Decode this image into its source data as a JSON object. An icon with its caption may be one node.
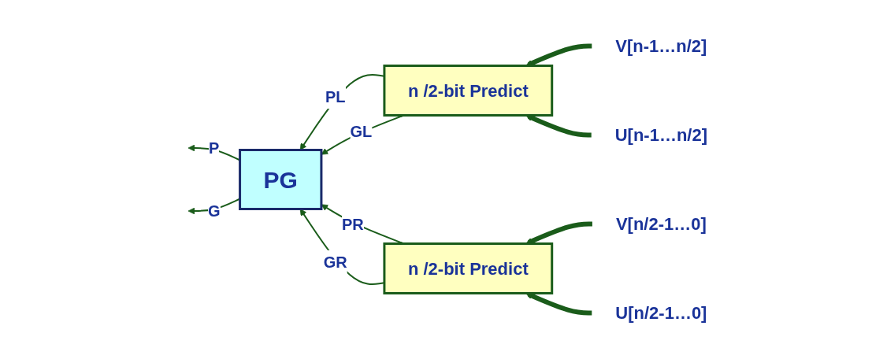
{
  "diagram": {
    "nodes": [
      {
        "text": [
          "V[n-1…n/2]"
        ]
      },
      {
        "text": [
          "U[n-1…n/2]"
        ]
      },
      {
        "text": [
          "V[n/2-1…0]"
        ]
      },
      {
        "text": [
          "U[n/2-1…0]"
        ]
      },
      {
        "text": [
          "PG"
        ]
      },
      {
        "text": [
          "n /2-bit Predict"
        ]
      },
      {
        "text": [
          "n /2-bit Predict"
        ]
      }
    ],
    "edges": [
      {
        "from": 0,
        "to": 5,
        "arrow": "to",
        "style": "thick"
      },
      {
        "from": 1,
        "to": 5,
        "arrow": "to",
        "style": "thick"
      },
      {
        "from": 2,
        "to": 6,
        "arrow": "to",
        "style": "thick"
      },
      {
        "from": 3,
        "to": 6,
        "arrow": "to",
        "style": "thick"
      },
      {
        "from": 5,
        "to": 4,
        "arrow": "to",
        "label": "PL"
      },
      {
        "from": 5,
        "to": 4,
        "arrow": "to",
        "label": "GL"
      },
      {
        "from": 6,
        "to": 4,
        "arrow": "to",
        "label": "PR"
      },
      {
        "from": 6,
        "to": 4,
        "arrow": "to",
        "label": "GR"
      },
      {
        "from": 4,
        "to": null,
        "arrow": "to",
        "label": "P"
      },
      {
        "from": 4,
        "to": null,
        "arrow": "to",
        "label": "G"
      }
    ]
  }
}
